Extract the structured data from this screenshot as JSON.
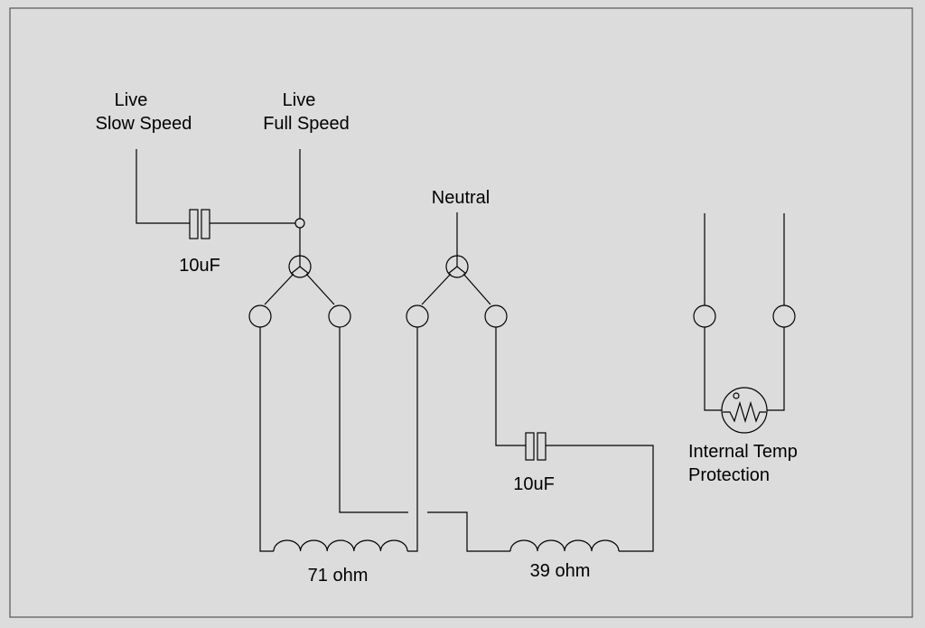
{
  "labels": {
    "live_slow_line1": "Live",
    "live_slow_line2": "Slow Speed",
    "live_full_line1": "Live",
    "live_full_line2": "Full Speed",
    "neutral": "Neutral",
    "cap_top": "10uF",
    "cap_bottom": "10uF",
    "coil_left": "71 ohm",
    "coil_right": "39 ohm",
    "protection_line1": "Internal Temp",
    "protection_line2": "Protection"
  }
}
